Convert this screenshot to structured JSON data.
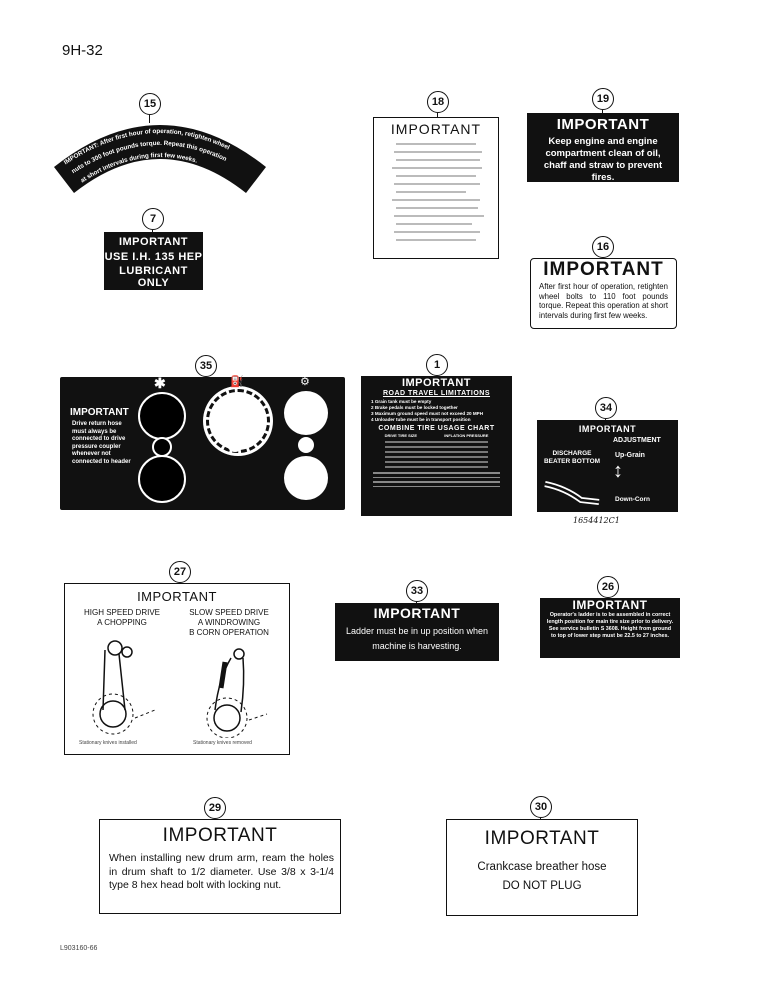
{
  "page": {
    "page_number": "9H-32",
    "footer_code": "L903160-66",
    "handwritten_ref": "1654412C1"
  },
  "decals": {
    "d15": {
      "callout": "15",
      "text": "IMPORTANT: After first hour of operation, retighten wheel nuts to 300 foot pounds torque. Repeat this operation at short intervals during first few weeks."
    },
    "d18": {
      "callout": "18",
      "title": "IMPORTANT"
    },
    "d19": {
      "callout": "19",
      "title": "IMPORTANT",
      "body": "Keep engine and engine compartment clean of oil, chaff and straw to prevent fires."
    },
    "d7": {
      "callout": "7",
      "title": "IMPORTANT",
      "line1": "USE I.H. 135 HEP",
      "line2": "LUBRICANT ONLY"
    },
    "d16": {
      "callout": "16",
      "title": "IMPORTANT",
      "body": "After first hour of operation, retighten wheel bolts to 110 foot pounds torque. Repeat this operation at short intervals during first few weeks."
    },
    "d35": {
      "callout": "35",
      "title": "IMPORTANT",
      "body": "Drive return hose must always be connected to drive pressure coupler whenever not connected to header"
    },
    "d1": {
      "callout": "1",
      "title": "IMPORTANT",
      "heading1": "ROAD TRAVEL LIMITATIONS",
      "items": [
        "1  Grain tank must be empty",
        "2  Brake pedals must be locked together",
        "3  Maximum ground speed must not exceed 20 MPH",
        "4  Unloader tube must be in transport position"
      ],
      "heading2": "COMBINE TIRE USAGE CHART",
      "col1": "DRIVE TIRE SIZE",
      "col2": "INFLATION PRESSURE"
    },
    "d34": {
      "callout": "34",
      "title": "IMPORTANT",
      "adjustment": "ADJUSTMENT",
      "left": "DISCHARGE BEATER BOTTOM",
      "up": "Up-Grain",
      "down": "Down-Corn"
    },
    "d27": {
      "callout": "27",
      "title": "IMPORTANT",
      "high_title": "HIGH SPEED DRIVE",
      "high_sub": "A  CHOPPING",
      "slow_title": "SLOW SPEED DRIVE",
      "slow_sub1": "A  WINDROWING",
      "slow_sub2": "B  CORN OPERATION",
      "cap_left": "Stationary knives installed",
      "cap_right": "Stationary knives removed"
    },
    "d33": {
      "callout": "33",
      "title": "IMPORTANT",
      "body": "Ladder must be in up position when machine is harvesting."
    },
    "d26": {
      "callout": "26",
      "title": "IMPORTANT",
      "body": "Operator's ladder is to be assembled in correct length position for main tire size prior to delivery. See service bulletin S 3608. Height from ground to top of lower step must be 22.5 to 27 inches."
    },
    "d29": {
      "callout": "29",
      "title": "IMPORTANT",
      "body": "When installing new drum arm, ream the holes in drum shaft to 1/2 diameter. Use 3/8 x 3-1/4 type 8 hex head bolt with locking nut."
    },
    "d30": {
      "callout": "30",
      "title": "IMPORTANT",
      "line1": "Crankcase breather hose",
      "line2": "DO NOT PLUG"
    }
  }
}
